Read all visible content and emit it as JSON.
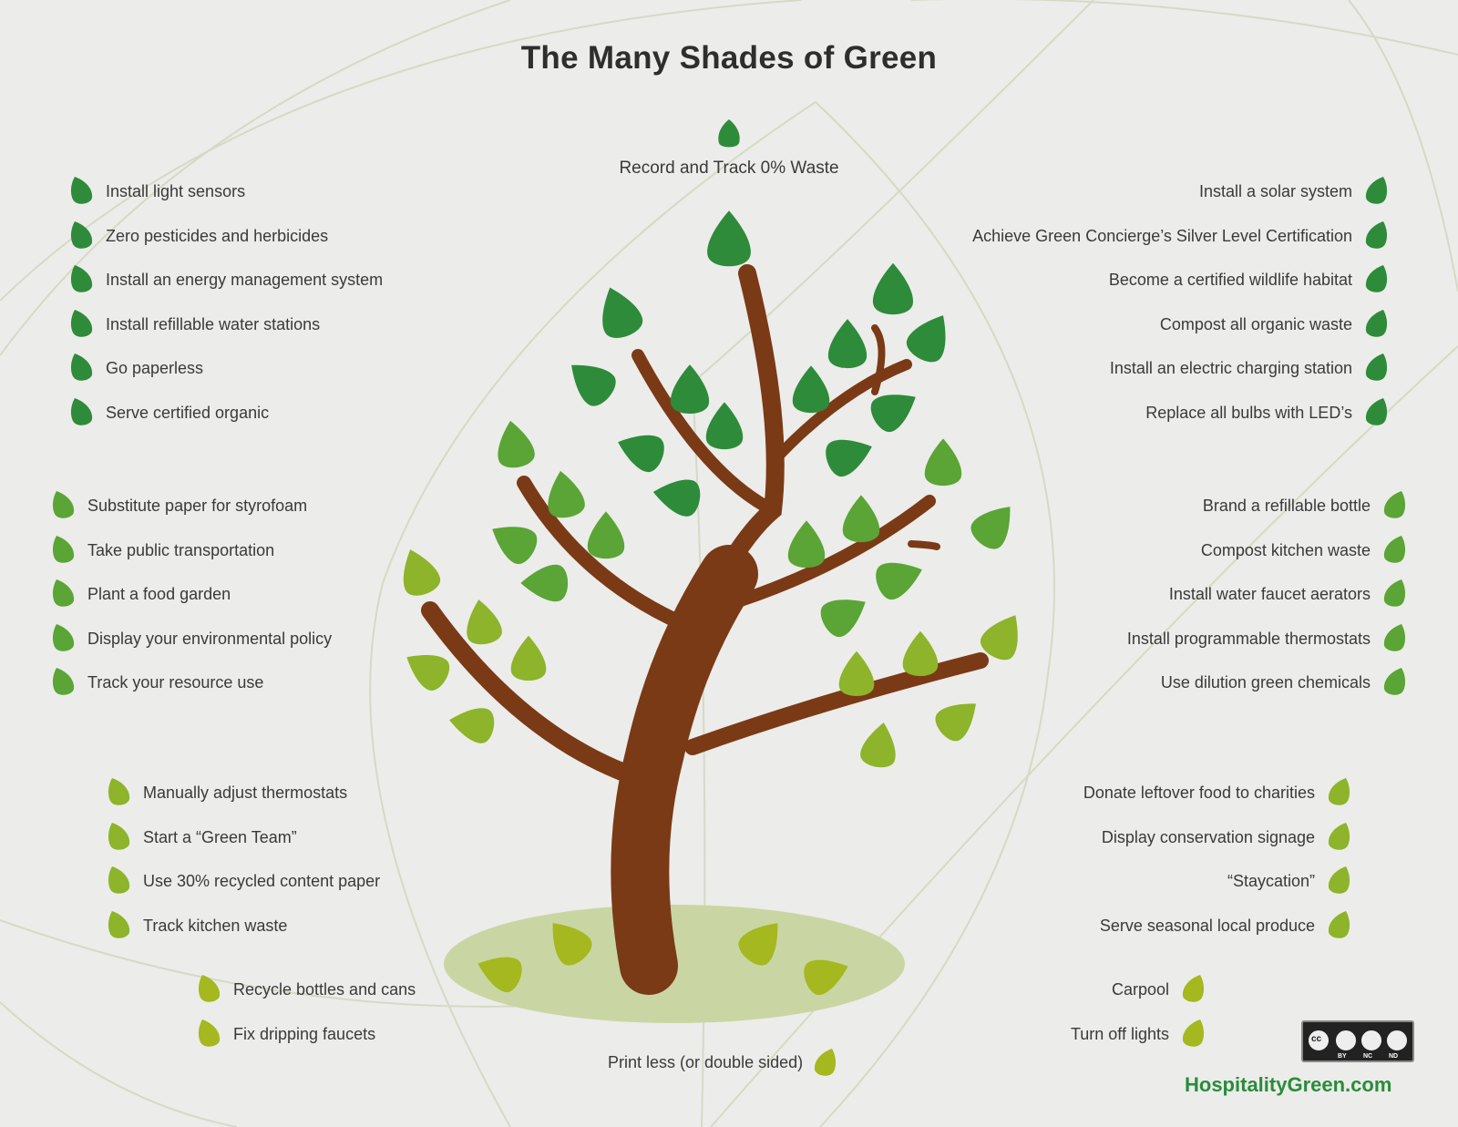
{
  "title": "The Many Shades of Green",
  "colors": {
    "dark_green": "#2e8b3a",
    "medium_green": "#5aa535",
    "light_green": "#8db42a",
    "lime_green": "#a5b81f",
    "trunk_brown": "#7a3a16",
    "ground": "#c9d6a3",
    "site_green": "#2a8c3a"
  },
  "top_item": {
    "label": "Record and Track 0% Waste",
    "icon": "leaf-icon"
  },
  "bottom_item": {
    "label": "Print less (or double sided)",
    "icon": "leaf-icon"
  },
  "groups": {
    "left_tier1": [
      "Install light sensors",
      "Zero pesticides and herbicides",
      "Install an energy management system",
      "Install refillable water stations",
      "Go paperless",
      "Serve certified organic"
    ],
    "right_tier1": [
      "Install a solar system",
      "Achieve Green Concierge’s Silver Level Certification",
      "Become a certified wildlife habitat",
      "Compost all organic waste",
      "Install an electric charging station",
      "Replace all bulbs with LED’s"
    ],
    "left_tier2": [
      "Substitute paper for styrofoam",
      "Take public transportation",
      "Plant a food garden",
      "Display your environmental policy",
      "Track your resource use"
    ],
    "right_tier2": [
      "Brand a refillable bottle",
      "Compost kitchen waste",
      "Install water faucet aerators",
      "Install programmable thermostats",
      "Use dilution green chemicals"
    ],
    "left_tier3": [
      "Manually adjust thermostats",
      "Start a “Green Team”",
      "Use 30% recycled content paper",
      "Track kitchen waste"
    ],
    "right_tier3": [
      "Donate leftover food to charities",
      "Display conservation signage",
      "“Staycation”",
      "Serve seasonal local produce"
    ],
    "left_tier4": [
      "Recycle bottles and cans",
      "Fix dripping faucets"
    ],
    "right_tier4": [
      "Carpool",
      "Turn off lights"
    ]
  },
  "license": {
    "badge": "cc-by-nc-nd-icon",
    "labels": [
      "BY",
      "NC",
      "ND"
    ],
    "cc": "cc"
  },
  "site": "HospitalityGreen.com"
}
